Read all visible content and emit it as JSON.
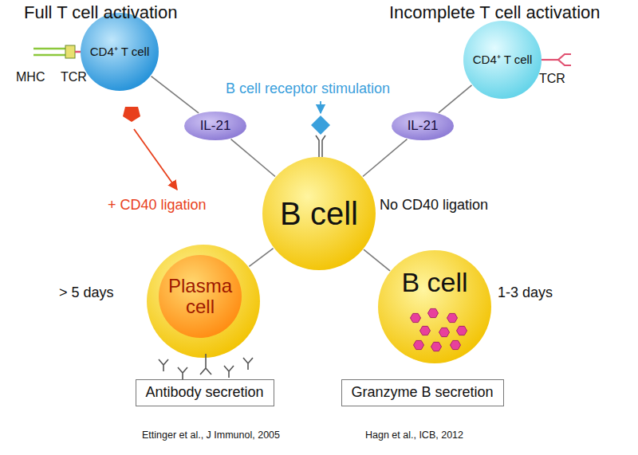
{
  "diagram": {
    "nodes": [
      {
        "text": [
          "CD4⁺ T cell"
        ]
      },
      {
        "text": [
          "CD4⁺ T cell"
        ]
      },
      {
        "text": [
          "IL-21"
        ]
      },
      {
        "text": [
          "IL-21"
        ]
      },
      {
        "text": [
          "B cell"
        ]
      },
      {
        "text": [
          "Plasma cell"
        ]
      },
      {
        "text": [
          "B cell"
        ]
      },
      {
        "text": [
          "Antibody secretion"
        ]
      },
      {
        "text": [
          "Granzyme B secretion"
        ]
      }
    ],
    "edges": [
      {
        "from": 0,
        "to": 2,
        "arrow": "none"
      },
      {
        "from": 2,
        "to": 4,
        "arrow": "none"
      },
      {
        "from": 1,
        "to": 3,
        "arrow": "none"
      },
      {
        "from": 3,
        "to": 4,
        "arrow": "none"
      },
      {
        "from": 4,
        "to": 5,
        "arrow": "none"
      },
      {
        "from": 4,
        "to": 6,
        "arrow": "none"
      }
    ],
    "labels": [
      "Full T cell activation",
      "Incomplete T cell activation",
      "MHC",
      "TCR",
      "TCR",
      "B cell receptor stimulation",
      "+ CD40 ligation",
      "No CD40 ligation",
      "> 5 days",
      "1-3 days",
      "Ettinger et al., J Immunol, 2005",
      "Hagn et al., ICB, 2012"
    ]
  }
}
